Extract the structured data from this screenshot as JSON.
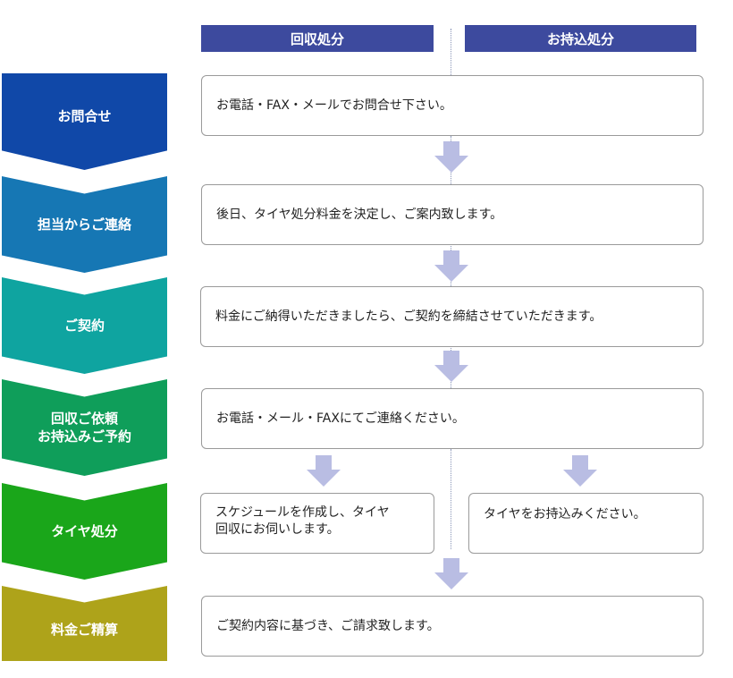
{
  "columns": {
    "collection": "回収処分",
    "carry_in": "お持込処分"
  },
  "steps": [
    {
      "label": "お問合せ",
      "color": "#1048a8"
    },
    {
      "label": "担当からご連絡",
      "color": "#1677b4"
    },
    {
      "label": "ご契約",
      "color": "#0fa4a0"
    },
    {
      "label": "回収ご依頼\nお持込みご予約",
      "color": "#0f9e5a"
    },
    {
      "label": "タイヤ処分",
      "color": "#1aa61a"
    },
    {
      "label": "料金ご精算",
      "color": "#aea31a"
    }
  ],
  "boxes": {
    "inquiry": "お電話・FAX・メールでお問合せ下さい。",
    "contact": "後日、タイヤ処分料金を決定し、ご案内致します。",
    "contract": "料金にご納得いただきましたら、ご契約を締結させていただきます。",
    "request": "お電話・メール・FAXにてご連絡ください。",
    "disposal_collection": "スケジュールを作成し、タイヤ\n回収にお伺いします。",
    "disposal_carry_in": "タイヤをお持込みください。",
    "payment": "ご契約内容に基づき、ご請求致します。"
  },
  "arrow_color": "#b9bde3"
}
